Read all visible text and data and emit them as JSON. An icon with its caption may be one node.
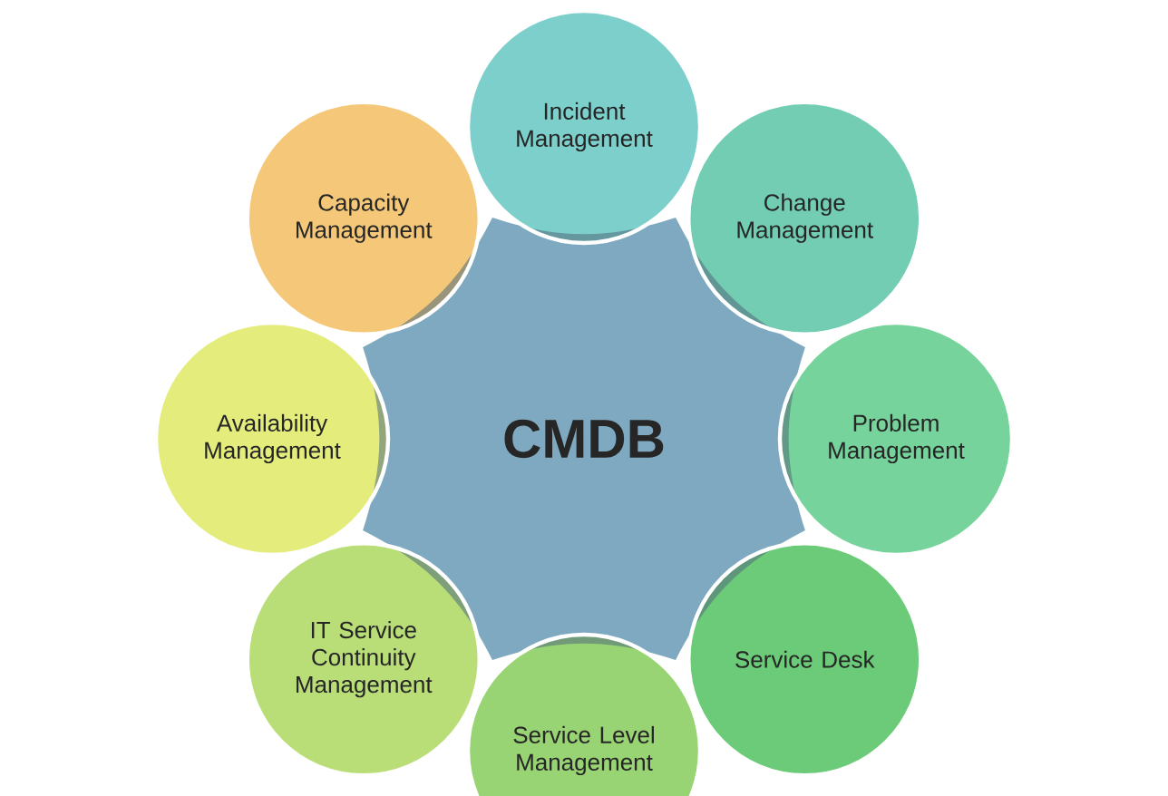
{
  "diagram": {
    "nodes": [
      {
        "text": [
          "CMDB"
        ]
      },
      {
        "text": [
          "Incident Management"
        ]
      },
      {
        "text": [
          "Change Management"
        ]
      },
      {
        "text": [
          "Problem Management"
        ]
      },
      {
        "text": [
          "Service Desk"
        ]
      },
      {
        "text": [
          "Service Level Management"
        ]
      },
      {
        "text": [
          "IT Service Continuity Management"
        ]
      },
      {
        "text": [
          "Availability Management"
        ]
      },
      {
        "text": [
          "Capacity Management"
        ]
      }
    ]
  }
}
